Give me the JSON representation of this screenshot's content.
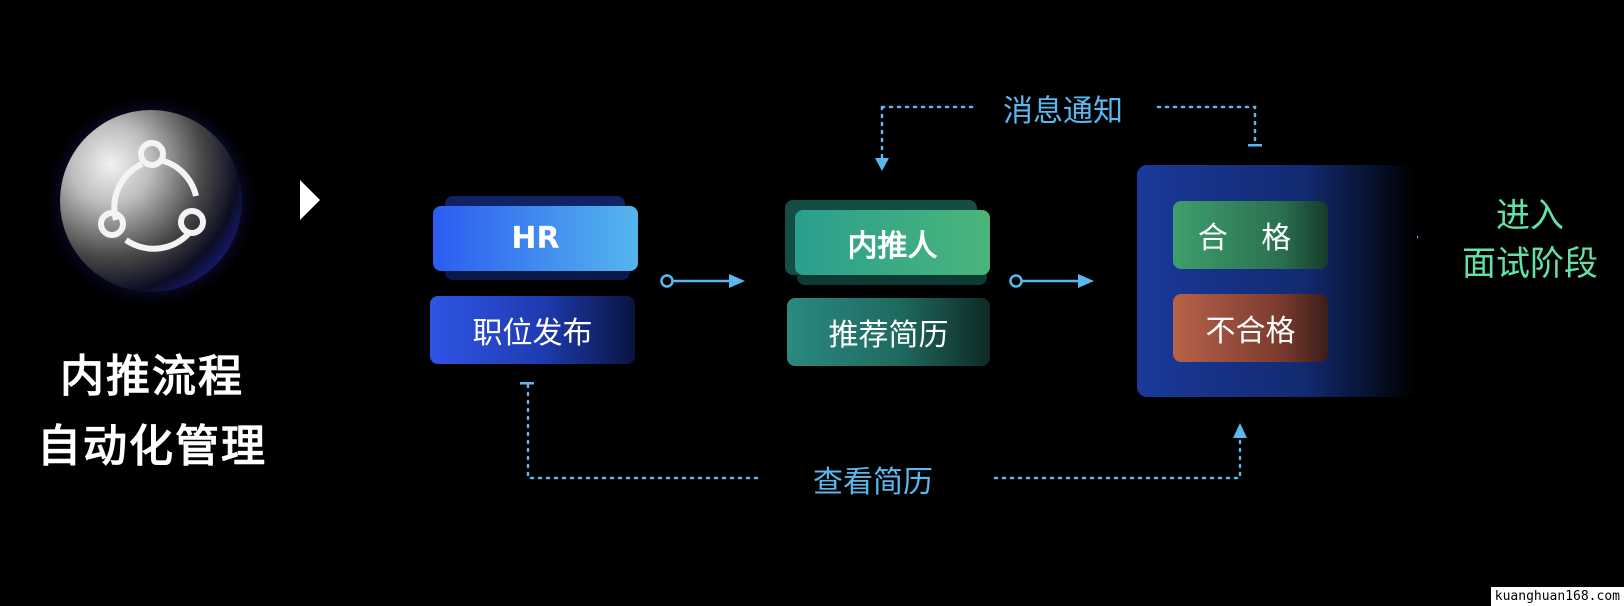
{
  "title": {
    "line1": "内推流程",
    "line2": "自动化管理"
  },
  "nodes": {
    "hr": "HR",
    "job_post": "职位发布",
    "referrer": "内推人",
    "recommend": "推荐简历",
    "pass": "合 格",
    "fail": "不合格",
    "next_stage_line1": "进入",
    "next_stage_line2": "面试阶段"
  },
  "connectors": {
    "notify": "消息通知",
    "view_resume": "查看简历"
  },
  "watermark": "kuanghuan168.com",
  "colors": {
    "background": "#000000",
    "accent_blue": "#5ab8ef",
    "accent_green": "#63e2a8"
  }
}
